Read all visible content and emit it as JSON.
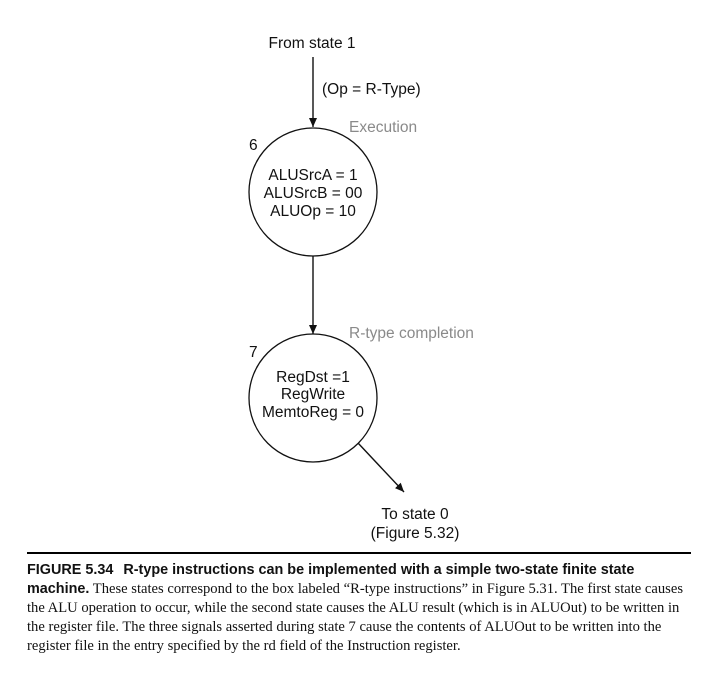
{
  "diagram": {
    "incoming_label": "From state 1",
    "incoming_condition": "(Op = R-Type)",
    "states": [
      {
        "number": "6",
        "name": "Execution",
        "signals": [
          "ALUSrcA = 1",
          "ALUSrcB = 00",
          "ALUOp = 10"
        ]
      },
      {
        "number": "7",
        "name": "R-type completion",
        "signals": [
          "RegDst =1",
          "RegWrite",
          "MemtoReg = 0"
        ]
      }
    ],
    "outgoing_label_line1": "To state 0",
    "outgoing_label_line2": "(Figure 5.32)"
  },
  "caption": {
    "figure_number": "FIGURE 5.34",
    "title": "R-type instructions can be implemented with a simple two-state finite state machine.",
    "body": "These states correspond to the box labeled “R-type instructions” in Figure 5.31. The first state causes the ALU operation to occur, while the second state causes the ALU result (which is in ALUOut) to be written in the register file. The three signals asserted during state 7 cause the contents of ALUOut to be written into the register file in the entry specified by the rd field of the Instruction register."
  }
}
